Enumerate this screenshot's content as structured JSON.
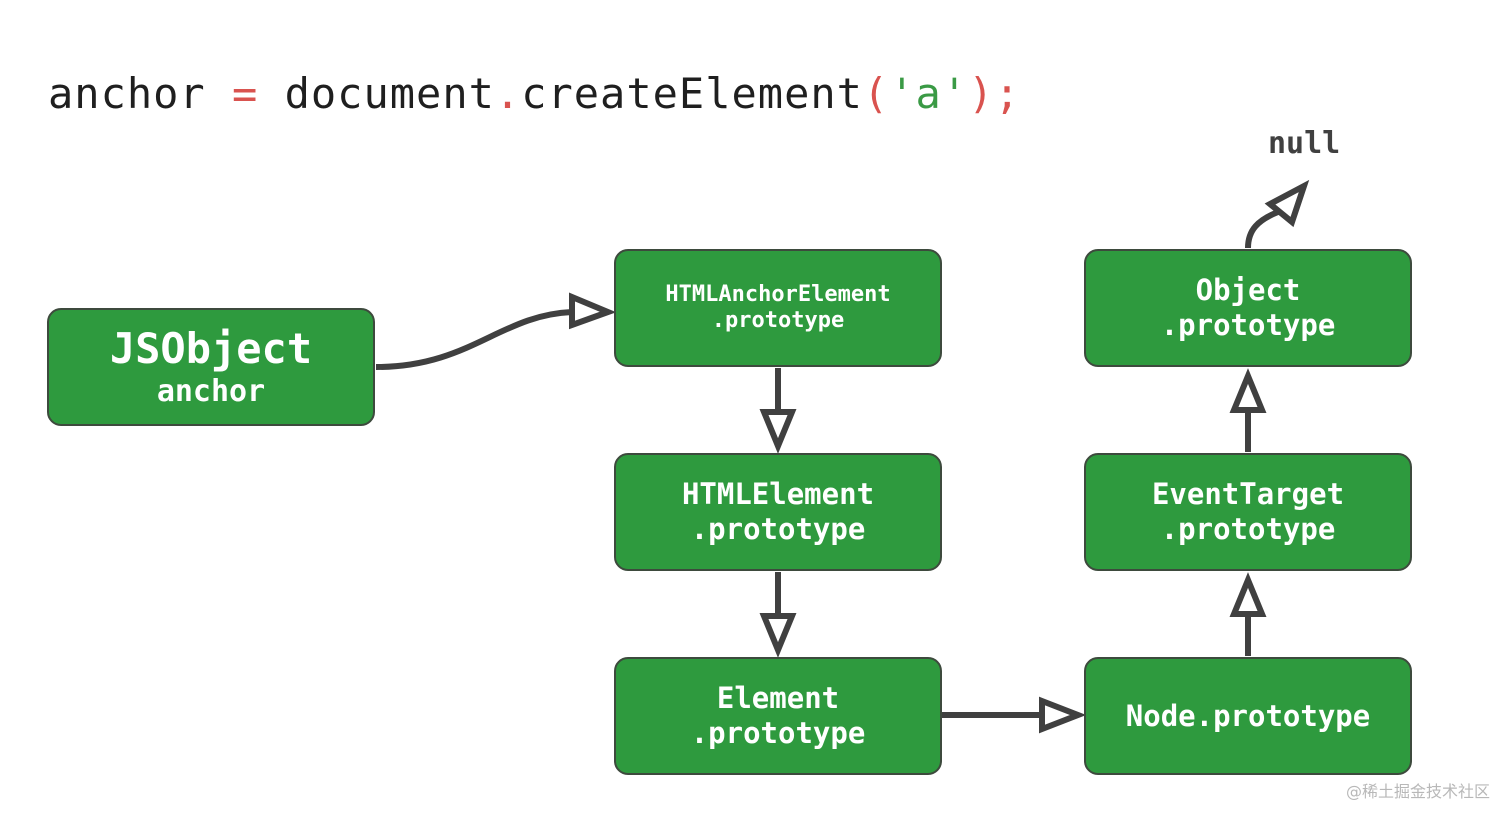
{
  "code": {
    "var": "anchor",
    "eq": "=",
    "obj": "document",
    "dot": ".",
    "method": "createElement",
    "open_paren": "(",
    "arg": "'a'",
    "close": ");"
  },
  "nodes": {
    "jsobject": {
      "line1": "JSObject",
      "line2": "anchor"
    },
    "html_anchor": {
      "line1": "HTMLAnchorElement",
      "line2": ".prototype"
    },
    "html_element": {
      "line1": "HTMLElement",
      "line2": ".prototype"
    },
    "element": {
      "line1": "Element",
      "line2": ".prototype"
    },
    "node": {
      "line1": "Node.prototype"
    },
    "event_target": {
      "line1": "EventTarget",
      "line2": ".prototype"
    },
    "object": {
      "line1": "Object",
      "line2": ".prototype"
    }
  },
  "null_label": "null",
  "watermark": "@稀土掘金技术社区",
  "colors": {
    "box": "#2e9a3e",
    "arrow": "#404040",
    "operator": "#d9534f",
    "string": "#3a9a45"
  }
}
